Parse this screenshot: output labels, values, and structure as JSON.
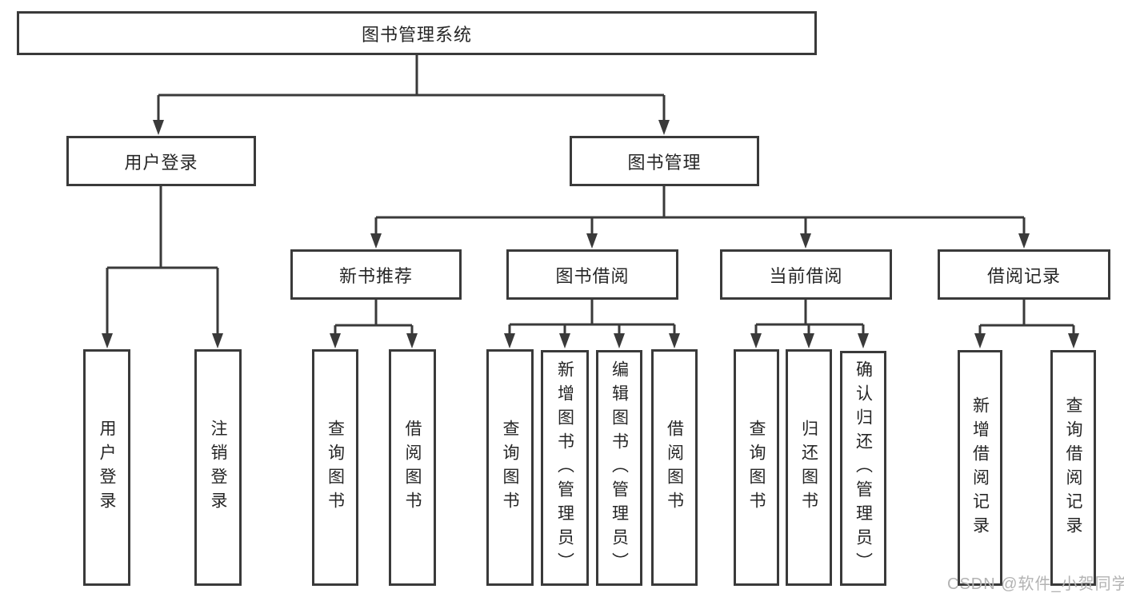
{
  "diagram": {
    "nodes": {
      "root": "图书管理系统",
      "user_login": "用户登录",
      "book_mgmt": "图书管理",
      "new_book": "新书推荐",
      "book_borrow": "图书借阅",
      "current_borrow": "当前借阅",
      "borrow_records": "借阅记录",
      "leaf_login": "用户登录",
      "leaf_logout": "注销登录",
      "nb_query": "查询图书",
      "nb_borrow": "借阅图书",
      "bb_query": "查询图书",
      "bb_add": "新增图书（管理员）",
      "bb_edit": "编辑图书（管理员）",
      "bb_borrow": "借阅图书",
      "cb_query": "查询图书",
      "cb_return": "归还图书",
      "cb_confirm": "确认归还（管理员）",
      "br_add": "新增借阅记录",
      "br_query": "查询借阅记录"
    },
    "watermark": "CSDN @软件_小贺同学",
    "colors": {
      "line": "#3a3a3a",
      "text": "#262626",
      "watermark": "#b3b3b3",
      "background": "#ffffff"
    }
  }
}
